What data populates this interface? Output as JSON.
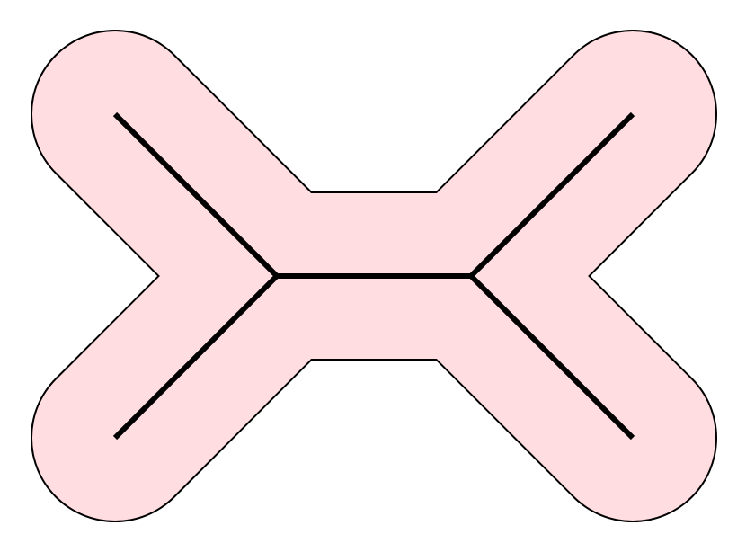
{
  "diagram": {
    "description_type": "buffered-tree-graph",
    "colors": {
      "buffer_fill": "#ffdde0",
      "buffer_outline": "#000000",
      "edge_stroke": "#000000",
      "background": "#ffffff"
    },
    "nodes": [
      {
        "id": "leaf-top-left"
      },
      {
        "id": "junction-left"
      },
      {
        "id": "leaf-bottom-left"
      },
      {
        "id": "junction-right"
      },
      {
        "id": "leaf-top-right"
      },
      {
        "id": "leaf-bottom-right"
      }
    ],
    "edges": [
      {
        "id": "edge-top-left",
        "from": "leaf-top-left",
        "to": "junction-left"
      },
      {
        "id": "edge-bottom-left",
        "from": "leaf-bottom-left",
        "to": "junction-left"
      },
      {
        "id": "edge-middle",
        "from": "junction-left",
        "to": "junction-right"
      },
      {
        "id": "edge-top-right",
        "from": "junction-right",
        "to": "leaf-top-right"
      },
      {
        "id": "edge-bottom-right",
        "from": "junction-right",
        "to": "leaf-bottom-right"
      }
    ]
  }
}
